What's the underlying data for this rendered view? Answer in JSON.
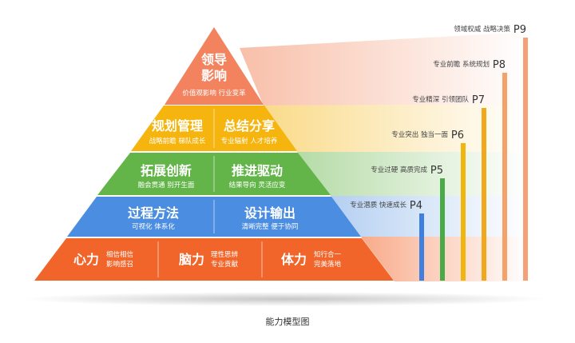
{
  "pyramid": {
    "top": {
      "title_line1": "领导",
      "title_line2": "影响",
      "sub": "价值观影响  行业变革"
    },
    "tier2": {
      "left": {
        "title": "规划管理",
        "sub": "战略前瞻  梯队成长"
      },
      "right": {
        "title": "总结分享",
        "sub": "专业辐射  人才培养"
      }
    },
    "tier3": {
      "left": {
        "title": "拓展创新",
        "sub": "融会贯通  别开生面"
      },
      "right": {
        "title": "推进驱动",
        "sub": "结果导向  灵活应变"
      }
    },
    "tier4": {
      "left": {
        "title": "过程方法",
        "sub": "可视化  体系化"
      },
      "right": {
        "title": "设计输出",
        "sub": "清晰完整  便于协同"
      }
    },
    "base": [
      {
        "title": "心力",
        "sub1": "相信相信",
        "sub2": "影响感召"
      },
      {
        "title": "脑力",
        "sub1": "理性思辨",
        "sub2": "专业贡献"
      },
      {
        "title": "体力",
        "sub1": "知行合一",
        "sub2": "完美落地"
      }
    ]
  },
  "levels": [
    {
      "level": "P4",
      "desc": "专业潜质  快速成长",
      "color": "#3f7fe0"
    },
    {
      "level": "P5",
      "desc": "专业过硬  高质完成",
      "color": "#48ab46"
    },
    {
      "level": "P6",
      "desc": "专业突出  独当一面",
      "color": "#f1b60d"
    },
    {
      "level": "P7",
      "desc": "专业精深  引领团队",
      "color": "#f2a81b"
    },
    {
      "level": "P8",
      "desc": "专业前瞻  系统规划",
      "color": "#f5a26a"
    },
    {
      "level": "P9",
      "desc": "领域权威  战略决策",
      "color": "#f4a178"
    }
  ],
  "colors": {
    "top": "#f2835e",
    "tier2": "#f5b40e",
    "tier3": "#63b54a",
    "tier4": "#4b8de0",
    "base": "#f2652a"
  },
  "caption": "能力模型图"
}
